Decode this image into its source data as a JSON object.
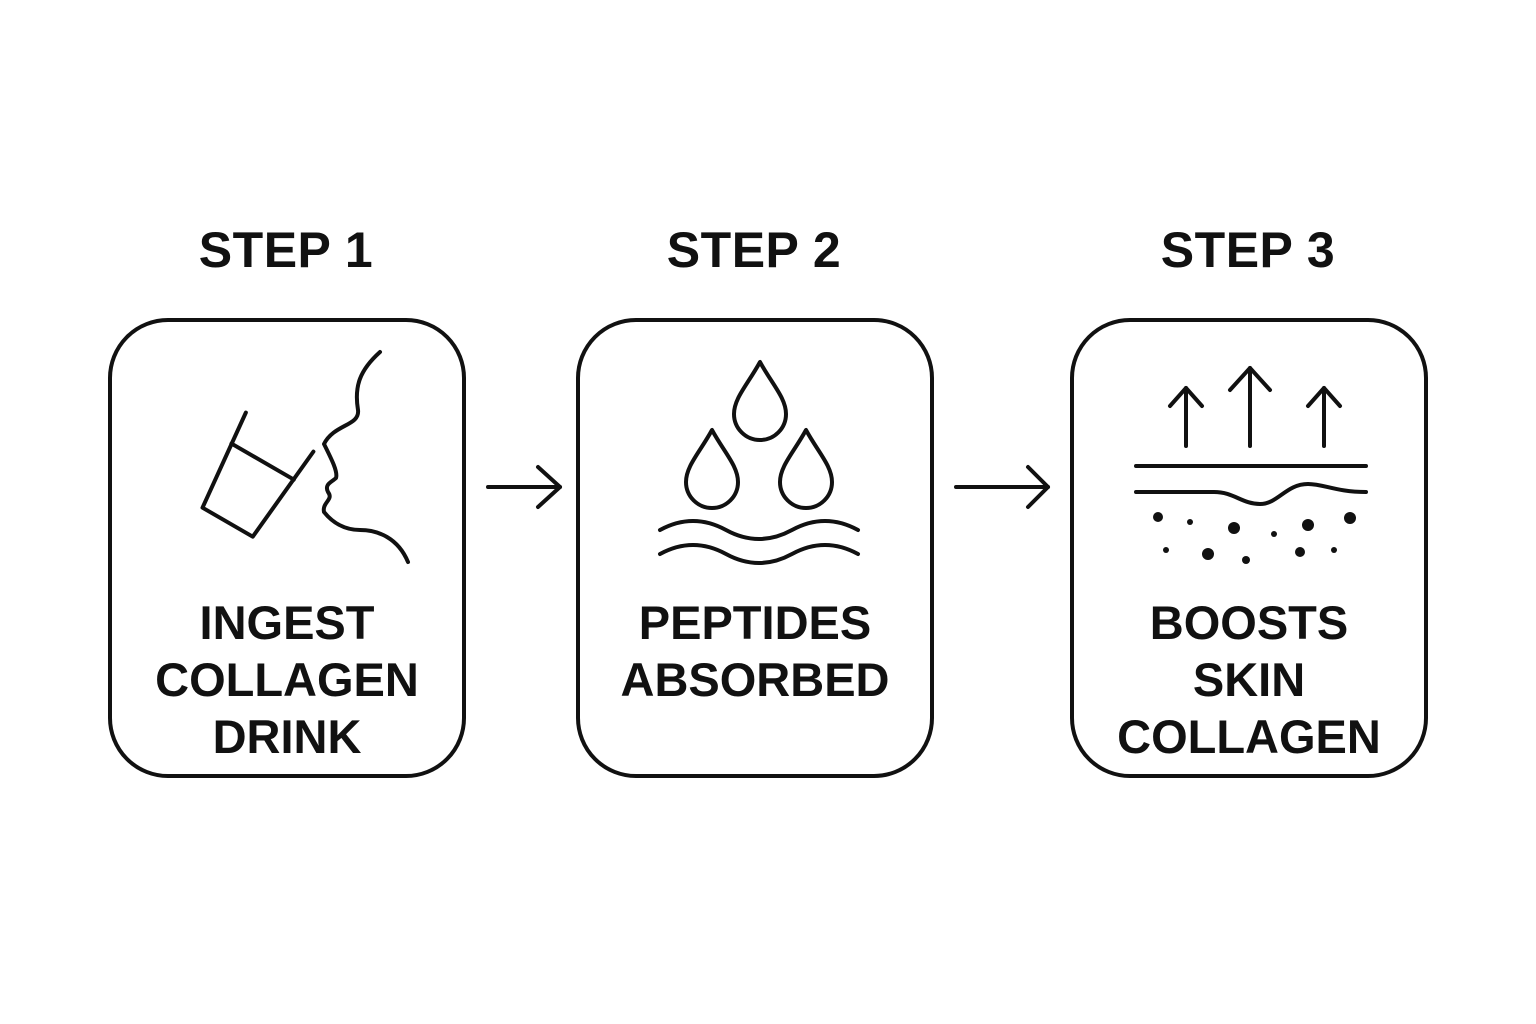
{
  "steps": [
    {
      "heading": "STEP 1",
      "icon": "drinking-glass-face-icon",
      "label_lines": [
        "INGEST",
        "COLLAGEN",
        "DRINK"
      ]
    },
    {
      "heading": "STEP 2",
      "icon": "droplets-absorbed-icon",
      "label_lines": [
        "PEPTIDES",
        "ABSORBED"
      ]
    },
    {
      "heading": "STEP 3",
      "icon": "skin-layers-boost-icon",
      "label_lines": [
        "BOOSTS",
        "SKIN",
        "COLLAGEN"
      ]
    }
  ],
  "colors": {
    "ink": "#111111",
    "background": "#ffffff"
  }
}
